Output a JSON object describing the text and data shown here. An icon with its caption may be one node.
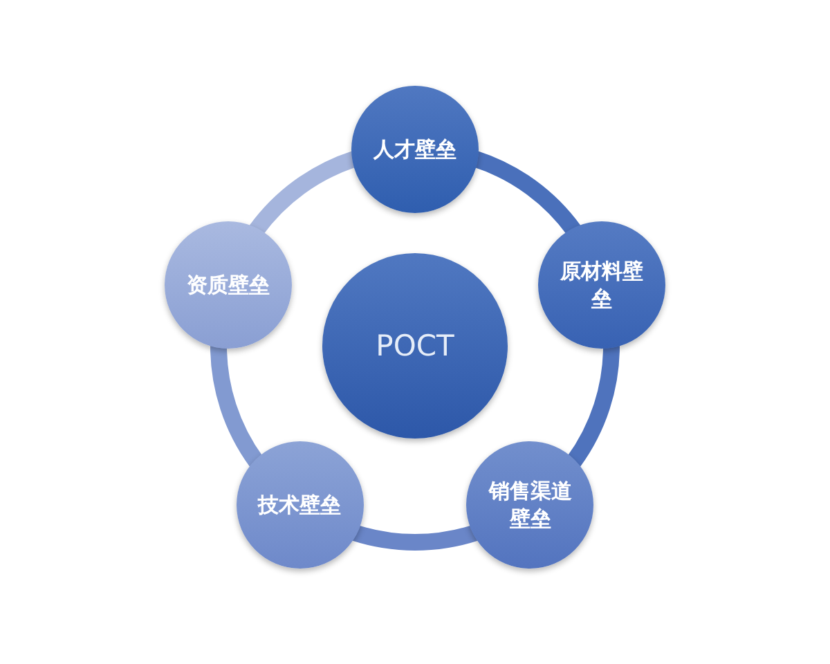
{
  "diagram": {
    "nodes": [
      {
        "text": [
          "POCT"
        ]
      },
      {
        "text": [
          "人才壁垒"
        ]
      },
      {
        "text": [
          "原材料壁垒"
        ]
      },
      {
        "text": [
          "销售渠道壁垒"
        ]
      },
      {
        "text": [
          "技术壁垒"
        ]
      },
      {
        "text": [
          "资质壁垒"
        ]
      }
    ],
    "edges": [
      {
        "from": 1,
        "to": 2,
        "arrow": "none",
        "color": "#4a70bb"
      },
      {
        "from": 2,
        "to": 3,
        "arrow": "none",
        "color": "#4f73bd"
      },
      {
        "from": 3,
        "to": 4,
        "arrow": "none",
        "color": "#6a86c8"
      },
      {
        "from": 4,
        "to": 5,
        "arrow": "none",
        "color": "#829ad1"
      },
      {
        "from": 5,
        "to": 1,
        "arrow": "none",
        "color": "#a5b5dd"
      }
    ]
  }
}
